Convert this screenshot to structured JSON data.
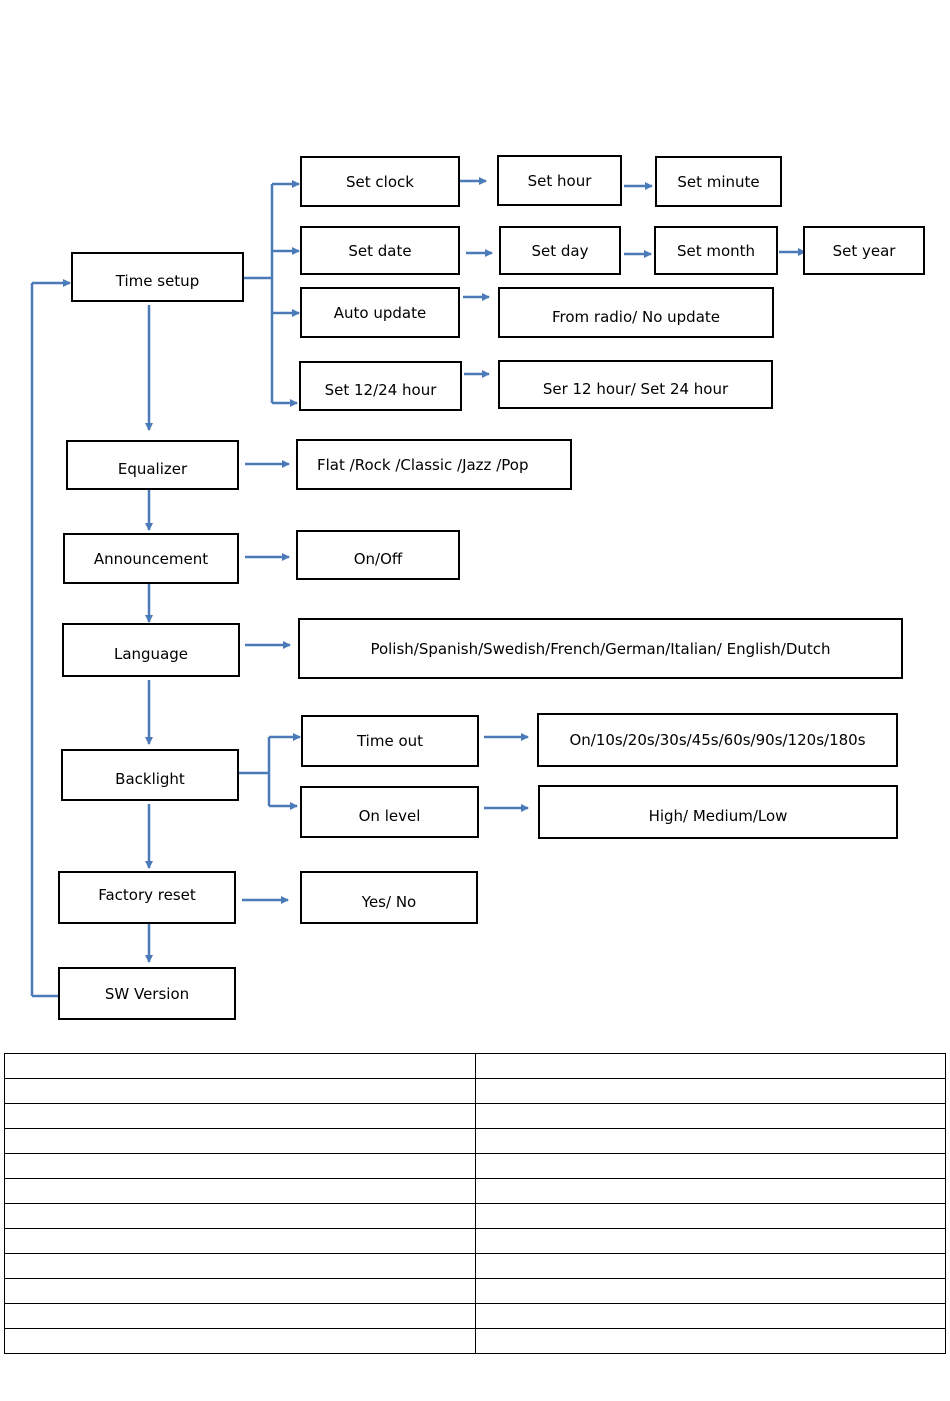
{
  "diagram": {
    "line_color": "#4a7ab8",
    "nodes": {
      "time_setup": "Time setup",
      "set_clock": "Set clock",
      "set_hour": "Set hour",
      "set_minute": "Set minute",
      "set_date": "Set date",
      "set_day": "Set day",
      "set_month": "Set month",
      "set_year": "Set year",
      "auto_update": "Auto update",
      "auto_update_options": "From radio/ No update",
      "set_12_24_hour": "Set 12/24 hour",
      "hour_format_options": "Ser 12 hour/ Set 24 hour",
      "equalizer": "Equalizer",
      "equalizer_options": "Flat /Rock /Classic /Jazz /Pop",
      "announcement": "Announcement",
      "announcement_options": "On/Off",
      "language": "Language",
      "language_options": "Polish/Spanish/Swedish/French/German/Italian/ English/Dutch",
      "backlight": "Backlight",
      "time_out": "Time out",
      "time_out_options": "On/10s/20s/30s/45s/60s/90s/120s/180s",
      "on_level": "On level",
      "on_level_options": "High/ Medium/Low",
      "factory_reset": "Factory reset",
      "factory_reset_options": "Yes/ No",
      "sw_version": "SW Version"
    }
  },
  "table": {
    "rows": [
      [
        "",
        ""
      ],
      [
        "",
        ""
      ],
      [
        "",
        ""
      ],
      [
        "",
        ""
      ],
      [
        "",
        ""
      ],
      [
        "",
        ""
      ],
      [
        "",
        ""
      ],
      [
        "",
        ""
      ],
      [
        "",
        ""
      ],
      [
        "",
        ""
      ],
      [
        "",
        ""
      ],
      [
        "",
        ""
      ]
    ]
  }
}
